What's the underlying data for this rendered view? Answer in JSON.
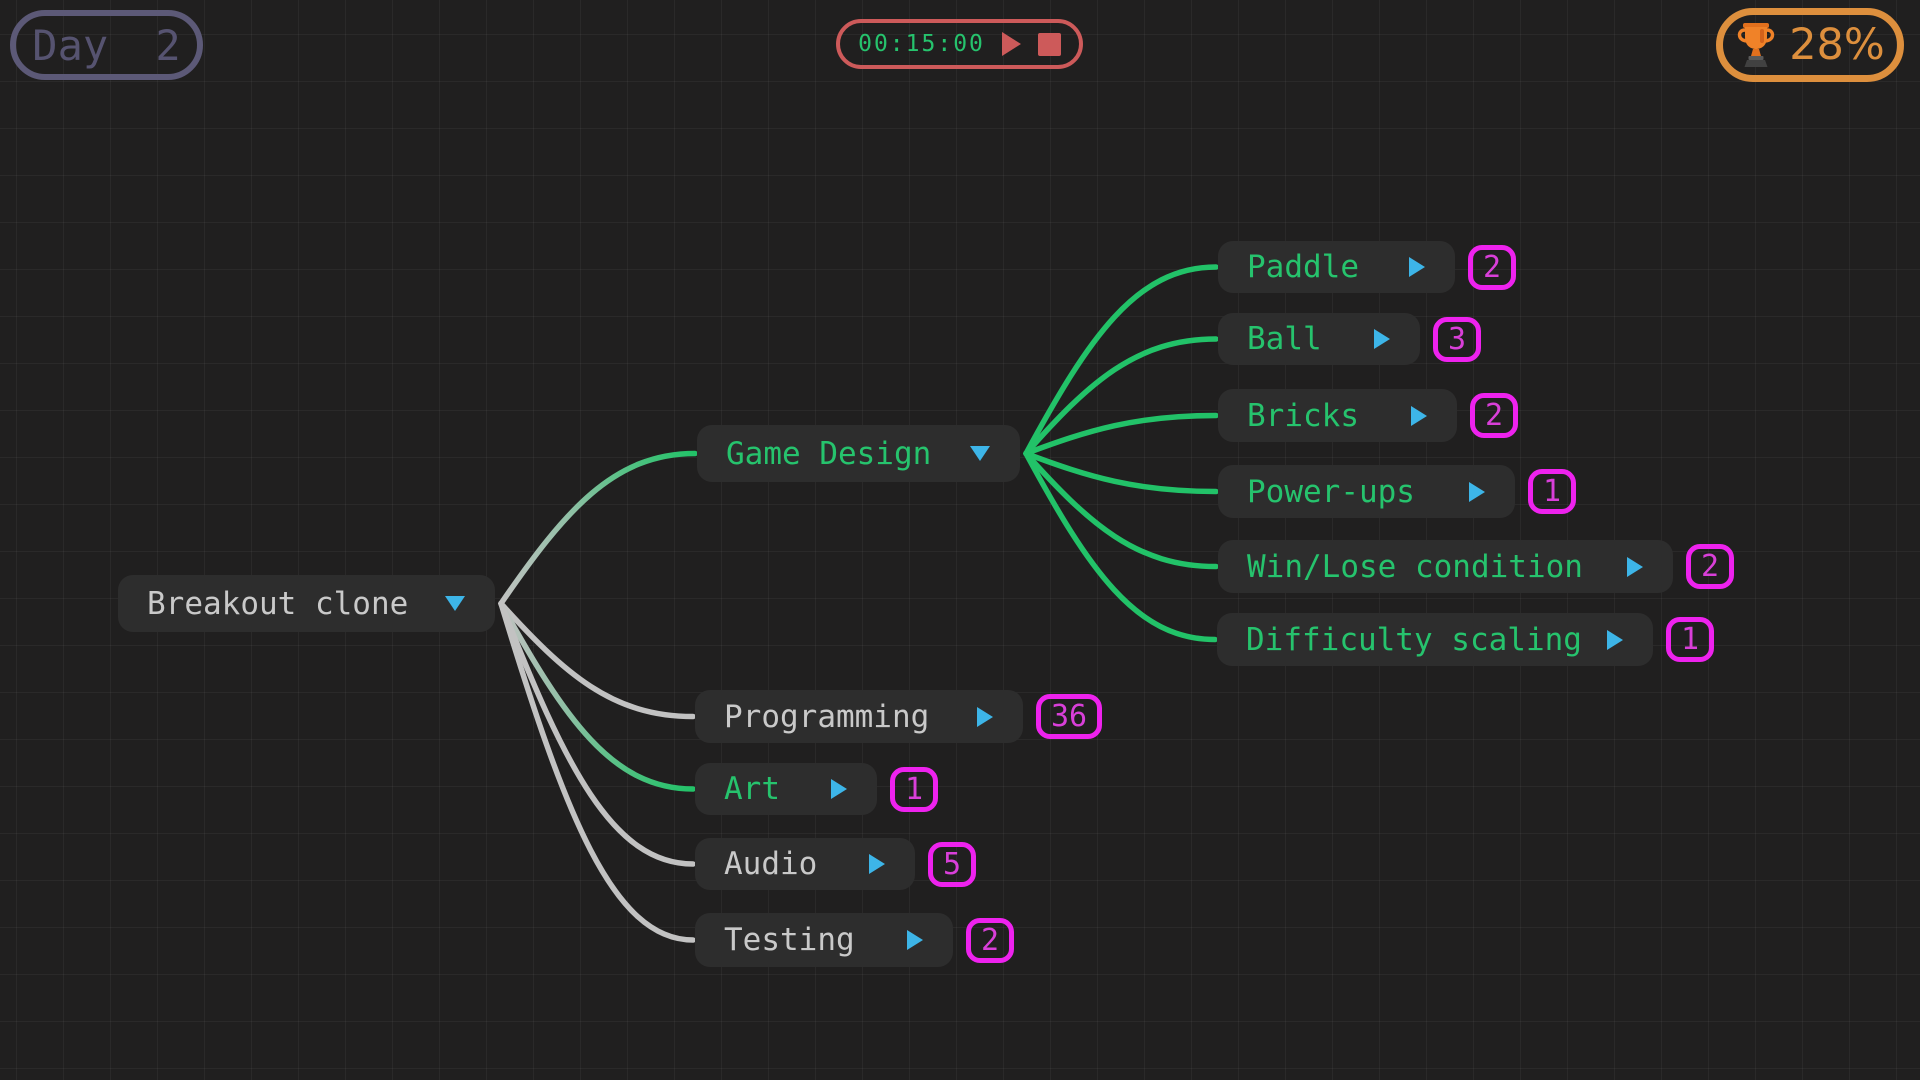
{
  "colors": {
    "background": "#201f1f",
    "node_bg": "#2d2d2d",
    "green": "#26c36d",
    "gray_text": "#c9c9c9",
    "edge_gray": "#c2c2c2",
    "edge_green": "#22c268",
    "cyan": "#3db5e8",
    "magenta": "#ee22ee",
    "magenta_text": "#d93fd9",
    "red": "#cd5a5a",
    "orange": "#dd8f3d",
    "day_border": "#5c5977",
    "day_text": "#565370"
  },
  "header": {
    "day_badge": {
      "label": "Day 2"
    },
    "timer": {
      "time": "00:15:00",
      "play_icon": "play",
      "stop_icon": "stop"
    },
    "progress": {
      "icon": "trophy",
      "percent": "28%"
    }
  },
  "mindmap": {
    "nodes": [
      {
        "id": "root",
        "parent": null,
        "label": "Breakout clone",
        "color": "gray",
        "expander": "expanded",
        "badge": null
      },
      {
        "id": "game_design",
        "parent": "root",
        "label": "Game Design",
        "color": "green",
        "expander": "expanded",
        "badge": null
      },
      {
        "id": "paddle",
        "parent": "game_design",
        "label": "Paddle",
        "color": "green",
        "expander": "collapsed",
        "badge": "2"
      },
      {
        "id": "ball",
        "parent": "game_design",
        "label": "Ball",
        "color": "green",
        "expander": "collapsed",
        "badge": "3"
      },
      {
        "id": "bricks",
        "parent": "game_design",
        "label": "Bricks",
        "color": "green",
        "expander": "collapsed",
        "badge": "2"
      },
      {
        "id": "power_ups",
        "parent": "game_design",
        "label": "Power-ups",
        "color": "green",
        "expander": "collapsed",
        "badge": "1"
      },
      {
        "id": "win_lose",
        "parent": "game_design",
        "label": "Win/Lose condition",
        "color": "green",
        "expander": "collapsed",
        "badge": "2"
      },
      {
        "id": "difficulty",
        "parent": "game_design",
        "label": "Difficulty scaling",
        "color": "green",
        "expander": "collapsed",
        "badge": "1"
      },
      {
        "id": "programming",
        "parent": "root",
        "label": "Programming",
        "color": "gray",
        "expander": "collapsed",
        "badge": "36"
      },
      {
        "id": "art",
        "parent": "root",
        "label": "Art",
        "color": "green",
        "expander": "collapsed",
        "badge": "1"
      },
      {
        "id": "audio",
        "parent": "root",
        "label": "Audio",
        "color": "gray",
        "expander": "collapsed",
        "badge": "5"
      },
      {
        "id": "testing",
        "parent": "root",
        "label": "Testing",
        "color": "gray",
        "expander": "collapsed",
        "badge": "2"
      }
    ]
  }
}
